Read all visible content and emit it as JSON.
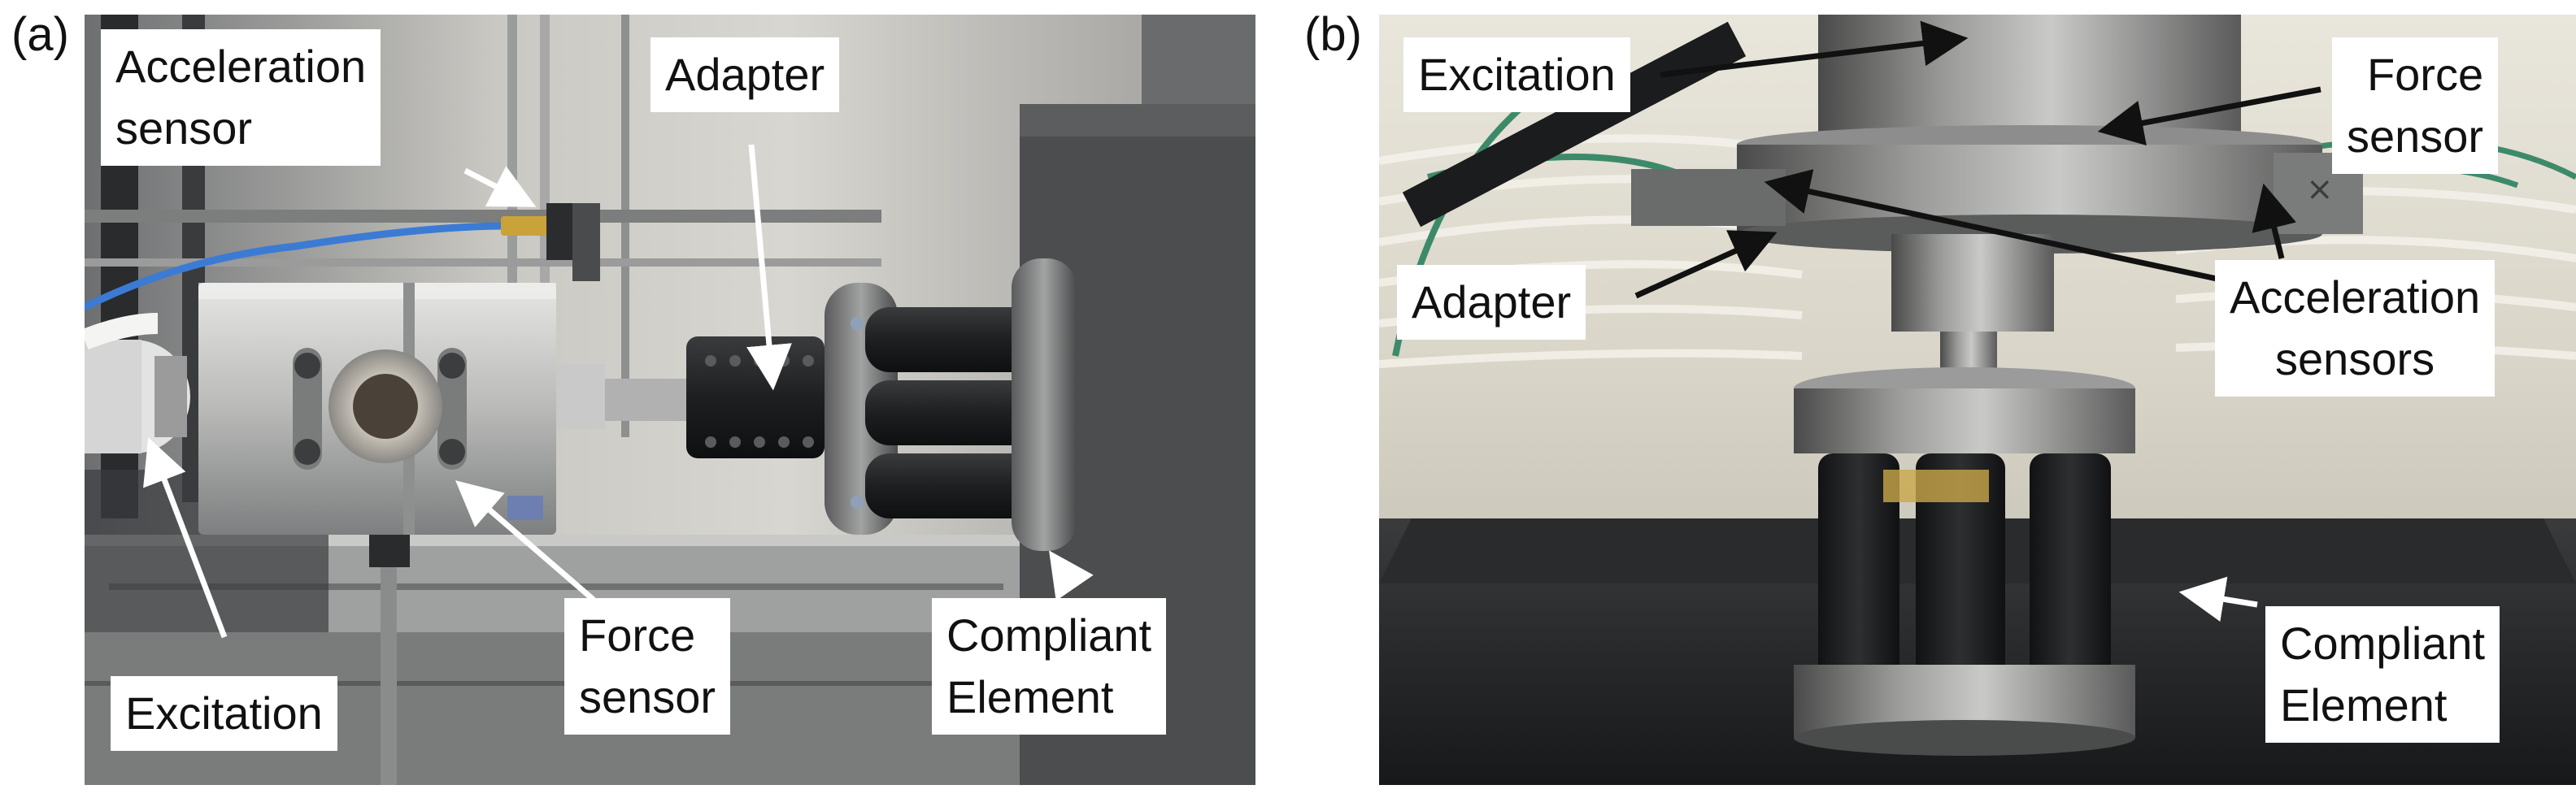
{
  "panels": [
    {
      "letter": "(a)",
      "labels": {
        "acceleration_sensor": "Acceleration\nsensor",
        "adapter": "Adapter",
        "force_sensor": "Force\nsensor",
        "compliant_element": "Compliant\nElement",
        "excitation": "Excitation"
      }
    },
    {
      "letter": "(b)",
      "labels": {
        "excitation": "Excitation",
        "force_sensor": "Force\nsensor",
        "adapter": "Adapter",
        "acceleration_sensors": "Acceleration\nsensors",
        "compliant_element": "Compliant\nElement"
      }
    }
  ],
  "colors": {
    "arrow_white": "#ffffff",
    "arrow_black": "#111111",
    "label_bg": "#ffffff"
  }
}
